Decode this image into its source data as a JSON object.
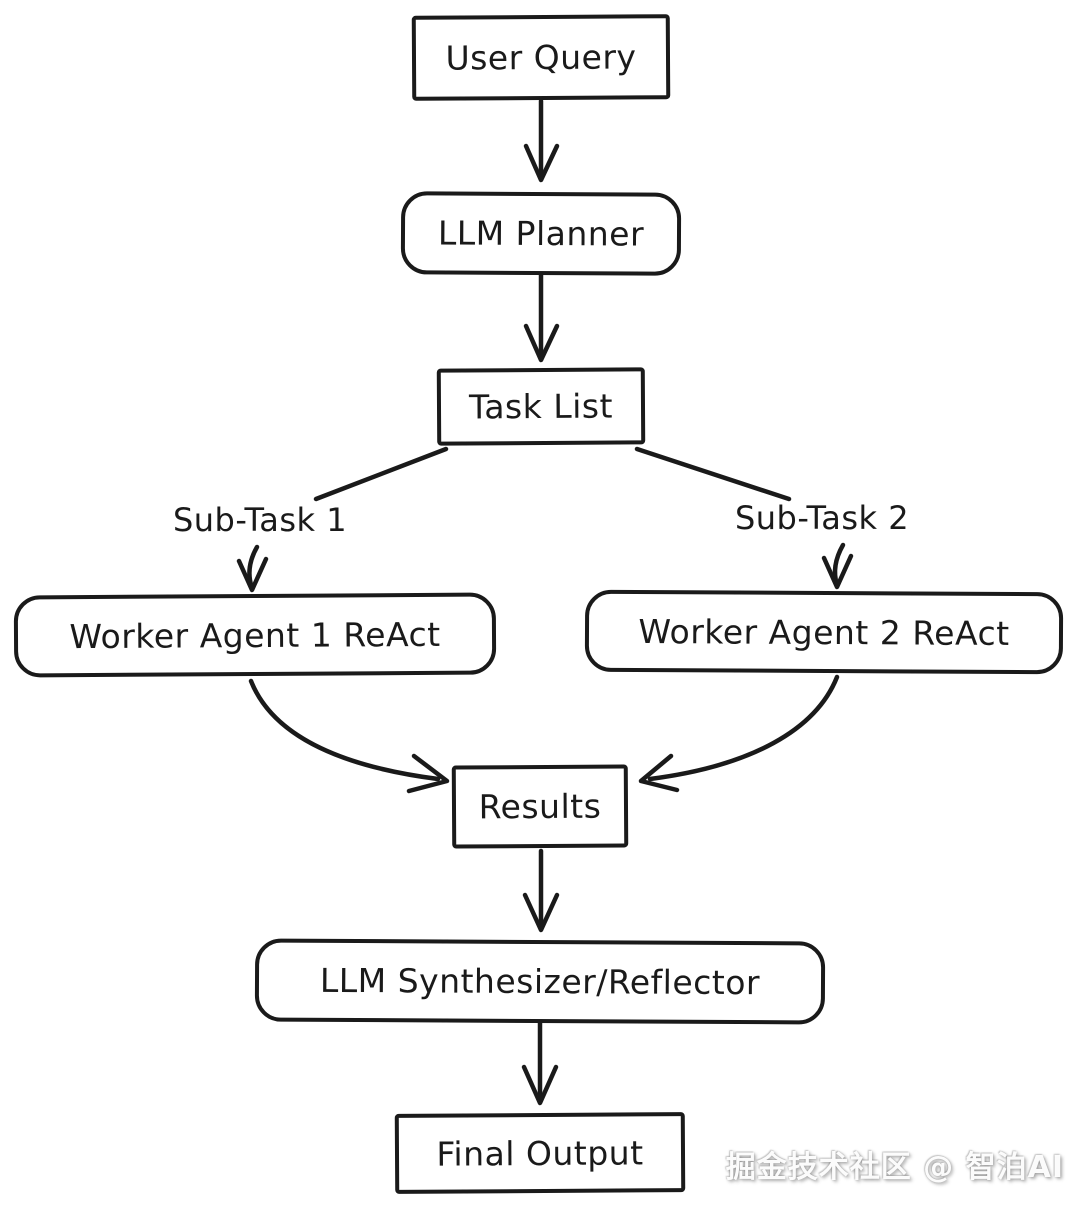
{
  "diagram": {
    "type": "flowchart",
    "style": "hand-drawn",
    "colors": {
      "stroke": "#1a1a1a",
      "background": "#ffffff",
      "box_fill": "#ffffff"
    },
    "nodes": [
      {
        "id": "user_query",
        "label": "User Query",
        "shape": "rect"
      },
      {
        "id": "llm_planner",
        "label": "LLM Planner",
        "shape": "rounded"
      },
      {
        "id": "task_list",
        "label": "Task List",
        "shape": "rect"
      },
      {
        "id": "sub_task_1",
        "label": "Sub-Task 1",
        "shape": "text-label"
      },
      {
        "id": "sub_task_2",
        "label": "Sub-Task 2",
        "shape": "text-label"
      },
      {
        "id": "worker_agent_1",
        "label": "Worker Agent 1 ReAct",
        "shape": "rounded"
      },
      {
        "id": "worker_agent_2",
        "label": "Worker Agent 2 ReAct",
        "shape": "rounded"
      },
      {
        "id": "results",
        "label": "Results",
        "shape": "rect"
      },
      {
        "id": "llm_synthesizer",
        "label": "LLM Synthesizer/Reflector",
        "shape": "rounded"
      },
      {
        "id": "final_output",
        "label": "Final Output",
        "shape": "rect"
      }
    ],
    "edges": [
      {
        "from": "user_query",
        "to": "llm_planner",
        "style": "straight-arrow"
      },
      {
        "from": "llm_planner",
        "to": "task_list",
        "style": "straight-arrow"
      },
      {
        "from": "task_list",
        "to": "sub_task_1",
        "style": "plain-line"
      },
      {
        "from": "task_list",
        "to": "sub_task_2",
        "style": "plain-line"
      },
      {
        "from": "sub_task_1",
        "to": "worker_agent_1",
        "style": "short-arrow"
      },
      {
        "from": "sub_task_2",
        "to": "worker_agent_2",
        "style": "short-arrow"
      },
      {
        "from": "worker_agent_1",
        "to": "results",
        "style": "curved-arrow"
      },
      {
        "from": "worker_agent_2",
        "to": "results",
        "style": "curved-arrow"
      },
      {
        "from": "results",
        "to": "llm_synthesizer",
        "style": "straight-arrow"
      },
      {
        "from": "llm_synthesizer",
        "to": "final_output",
        "style": "straight-arrow"
      }
    ]
  },
  "watermark": {
    "text": "掘金技术社区 @ 智泊AI"
  }
}
